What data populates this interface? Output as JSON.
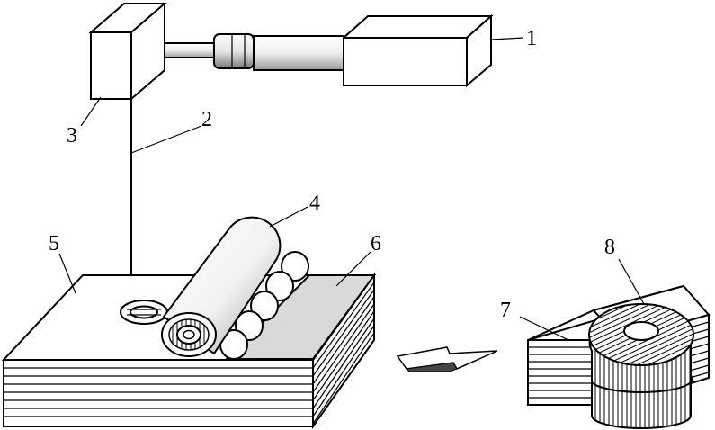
{
  "labels": {
    "l1": "1",
    "l2": "2",
    "l3": "3",
    "l4": "4",
    "l5": "5",
    "l6": "6",
    "l7": "7",
    "l8": "8"
  },
  "colors": {
    "stroke": "#000000",
    "background": "#ffffff",
    "shade": "#d9d9d9"
  }
}
